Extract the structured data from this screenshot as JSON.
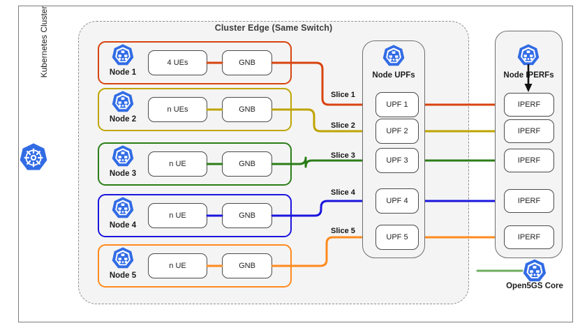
{
  "diagram": {
    "cluster_edge_title": "Cluster Edge (Same Switch)",
    "kubernetes_cluster_label": "Kubernetes Cluster",
    "kubernetes_wheel_icon": "kubernetes-helm-wheel-icon"
  },
  "colors": {
    "slice1": "#D8430F",
    "slice2": "#BFA400",
    "slice3": "#2B7D17",
    "slice4": "#1A15DE",
    "slice5": "#FF8A1E",
    "core_link": "#6EAE5C",
    "k8s_blue": "#326CE5",
    "box_border": "#4A4A4A",
    "frame": "#7A7A7A",
    "edge_fill": "#F4F4F4"
  },
  "nodes": [
    {
      "label": "Node 1",
      "ue": "4 UEs",
      "gnb": "GNB",
      "color": "#D8430F",
      "icon": "kubernetes-node-icon"
    },
    {
      "label": "Node 2",
      "ue": "n UEs",
      "gnb": "GNB",
      "color": "#BFA400",
      "icon": "kubernetes-node-icon"
    },
    {
      "label": "Node 3",
      "ue": "n UE",
      "gnb": "GNB",
      "color": "#2B7D17",
      "icon": "kubernetes-node-icon"
    },
    {
      "label": "Node 4",
      "ue": "n UE",
      "gnb": "GNB",
      "color": "#1A15DE",
      "icon": "kubernetes-node-icon"
    },
    {
      "label": "Node 5",
      "ue": "n UE",
      "gnb": "GNB",
      "color": "#FF8A1E",
      "icon": "kubernetes-node-icon"
    }
  ],
  "slices": [
    {
      "label": "Slice 1",
      "color": "#D8430F"
    },
    {
      "label": "Slice 2",
      "color": "#BFA400"
    },
    {
      "label": "Slice 3",
      "color": "#2B7D17"
    },
    {
      "label": "Slice 4",
      "color": "#1A15DE"
    },
    {
      "label": "Slice 5",
      "color": "#FF8A1E"
    }
  ],
  "upf_group": {
    "title": "Node UPFs",
    "icon": "kubernetes-node-icon",
    "items": [
      {
        "label": "UPF 1"
      },
      {
        "label": "UPF 2"
      },
      {
        "label": "UPF 3"
      },
      {
        "label": "UPF 4"
      },
      {
        "label": "UPF 5"
      }
    ]
  },
  "iperf_group": {
    "title": "Node IPERFs",
    "icon": "kubernetes-node-icon",
    "pointer_icon": "down-arrow-icon",
    "items": [
      {
        "label": "IPERF"
      },
      {
        "label": "IPERF"
      },
      {
        "label": "IPERF"
      },
      {
        "label": "IPERF"
      },
      {
        "label": "IPERF"
      }
    ]
  },
  "core": {
    "label": "Open5GS Core",
    "icon": "kubernetes-node-icon",
    "link_color": "#6EAE5C"
  }
}
